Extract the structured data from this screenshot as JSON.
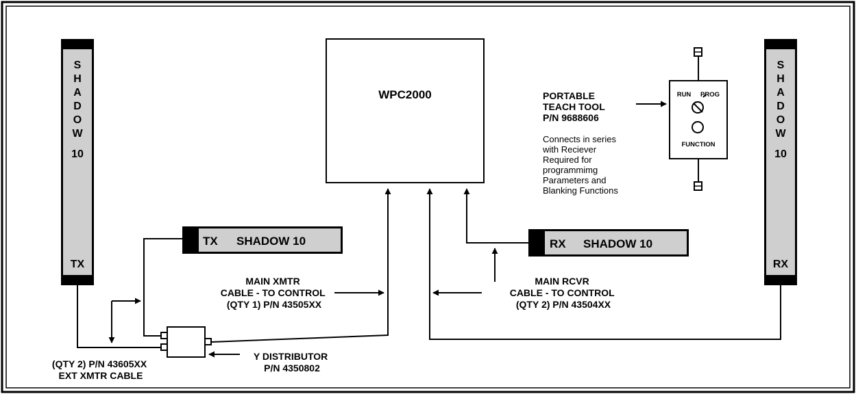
{
  "left_sensor": {
    "vertical_letters": [
      "S",
      "H",
      "A",
      "D",
      "O",
      "W"
    ],
    "model_number": "10",
    "end_label": "TX"
  },
  "right_sensor": {
    "vertical_letters": [
      "S",
      "H",
      "A",
      "D",
      "O",
      "W"
    ],
    "model_number": "10",
    "end_label": "RX"
  },
  "controller": {
    "label": "WPC2000"
  },
  "teach_tool": {
    "title_lines": [
      "PORTABLE",
      "TEACH TOOL",
      "P/N 9688606"
    ],
    "note_lines": [
      "Connects in series",
      "with Reciever",
      "Required for",
      "programmimg",
      "Parameters and",
      "Blanking Functions"
    ],
    "switch_left": "RUN",
    "switch_right": "PROG",
    "button_label": "FUNCTION"
  },
  "tx_unit": {
    "code": "TX",
    "name": "SHADOW 10"
  },
  "rx_unit": {
    "code": "RX",
    "name": "SHADOW 10"
  },
  "main_xmtr_cable": {
    "lines": [
      "MAIN XMTR",
      "CABLE - TO CONTROL",
      "(QTY 1) P/N 43505XX"
    ]
  },
  "main_rcvr_cable": {
    "lines": [
      "MAIN RCVR",
      "CABLE - TO CONTROL",
      "(QTY 2) P/N 43504XX"
    ]
  },
  "y_distributor": {
    "lines": [
      "Y DISTRIBUTOR",
      "P/N 4350802"
    ]
  },
  "ext_xmtr_cable": {
    "lines": [
      "(QTY 2) P/N 43605XX",
      "EXT XMTR CABLE"
    ]
  }
}
